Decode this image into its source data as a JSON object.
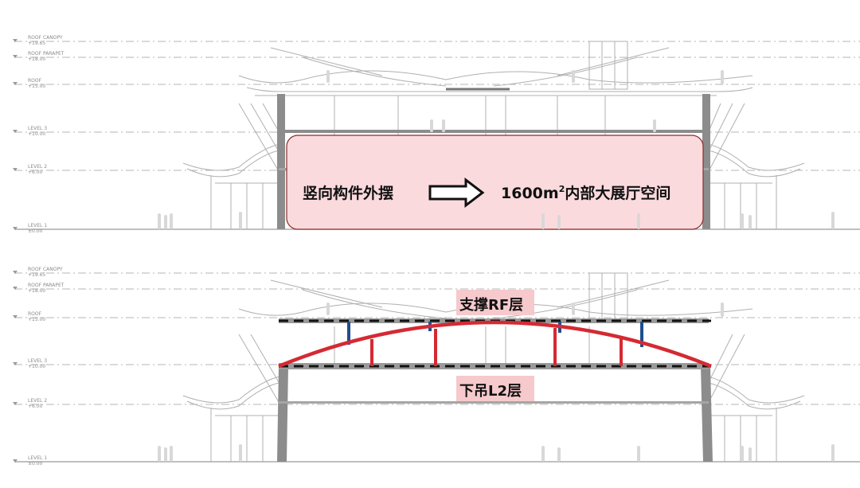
{
  "top_section": {
    "levels": [
      {
        "name": "ROOF CANOPY",
        "elev": "+19.65"
      },
      {
        "name": "ROOF PARAPET",
        "elev": "+18.00"
      },
      {
        "name": "ROOF",
        "elev": "+15.00"
      },
      {
        "name": "LEVEL 3",
        "elev": "+10.00"
      },
      {
        "name": "LEVEL 2",
        "elev": "+6.00"
      },
      {
        "name": "LEVEL 1",
        "elev": "±0.00"
      }
    ],
    "callout": {
      "left_text": "竖向构件外摆",
      "right_text_prefix": "1600m",
      "right_text_sup": "2",
      "right_text_suffix": "内部大展厅空间",
      "box_color": "#fadadd",
      "arrow": "right-arrow-icon"
    }
  },
  "bottom_section": {
    "levels": [
      {
        "name": "ROOF CANOPY",
        "elev": "+19.65"
      },
      {
        "name": "ROOF PARAPET",
        "elev": "+18.00"
      },
      {
        "name": "ROOF",
        "elev": "+15.00"
      },
      {
        "name": "LEVEL 3",
        "elev": "+10.00"
      },
      {
        "name": "LEVEL 2",
        "elev": "+6.00"
      },
      {
        "name": "LEVEL 1",
        "elev": "±0.00"
      }
    ],
    "top_tag": "支撑RF层",
    "bottom_tag": "下吊L2层",
    "colors": {
      "arch": "#d42a33",
      "hanger_red": "#d42a33",
      "hanger_blue": "#1f4e8c",
      "tag_bg": "#f6c9cc",
      "dashed_beam": "#111111"
    }
  }
}
